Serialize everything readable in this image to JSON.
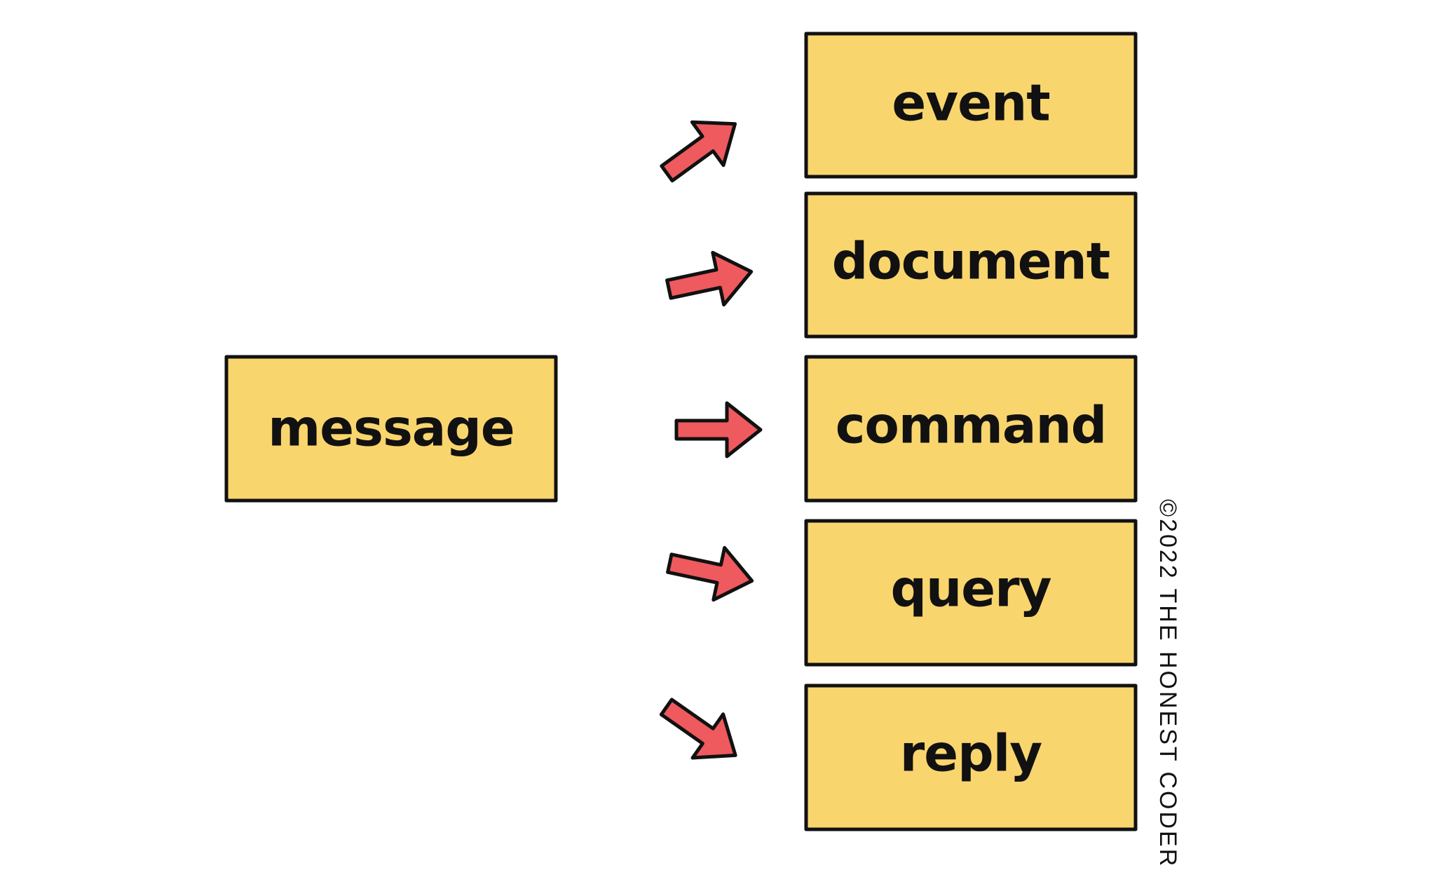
{
  "source_box": {
    "label": "message"
  },
  "target_boxes": [
    {
      "label": "event"
    },
    {
      "label": "document"
    },
    {
      "label": "command"
    },
    {
      "label": "query"
    },
    {
      "label": "reply"
    }
  ],
  "copyright": "©2022 THE HONEST CODER",
  "colors": {
    "box_fill": "#F9D56E",
    "box_stroke": "#111111",
    "arrow_fill": "#EE5A5E",
    "arrow_stroke": "#111111",
    "text": "#111111",
    "background": "#FFFFFF"
  }
}
